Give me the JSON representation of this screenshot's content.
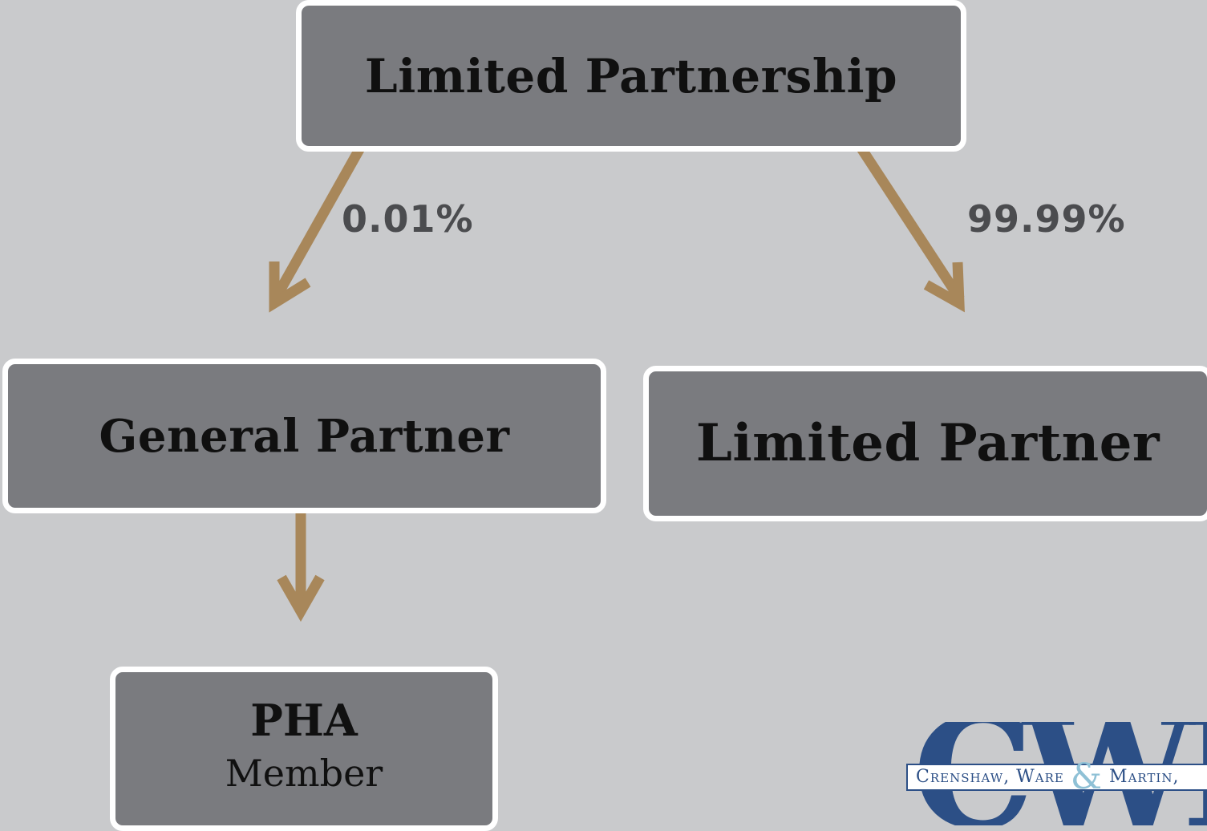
{
  "diagram": {
    "top": {
      "title": "Limited Partnership"
    },
    "general_partner": {
      "title": "General Partner"
    },
    "limited_partner": {
      "title": "Limited Partner"
    },
    "pha": {
      "title": "PHA",
      "subtitle": "Member"
    },
    "edges": [
      {
        "from": "Limited Partnership",
        "to": "General Partner",
        "label": "0.01%"
      },
      {
        "from": "Limited Partnership",
        "to": "Limited Partner",
        "label": "99.99%"
      },
      {
        "from": "General Partner",
        "to": "PHA",
        "label": ""
      }
    ]
  },
  "logo": {
    "letters": "CWM",
    "text_before": "Crenshaw, Ware ",
    "ampersand": "&",
    "text_after": " Martin,"
  },
  "colors": {
    "background": "#c9cacc",
    "box_fill": "#7a7b7f",
    "box_border": "#ffffff",
    "arrow": "#a8875a",
    "label": "#4b4c4f",
    "logo_blue": "#2c4f86",
    "logo_ampersand": "#8fc1d6"
  }
}
